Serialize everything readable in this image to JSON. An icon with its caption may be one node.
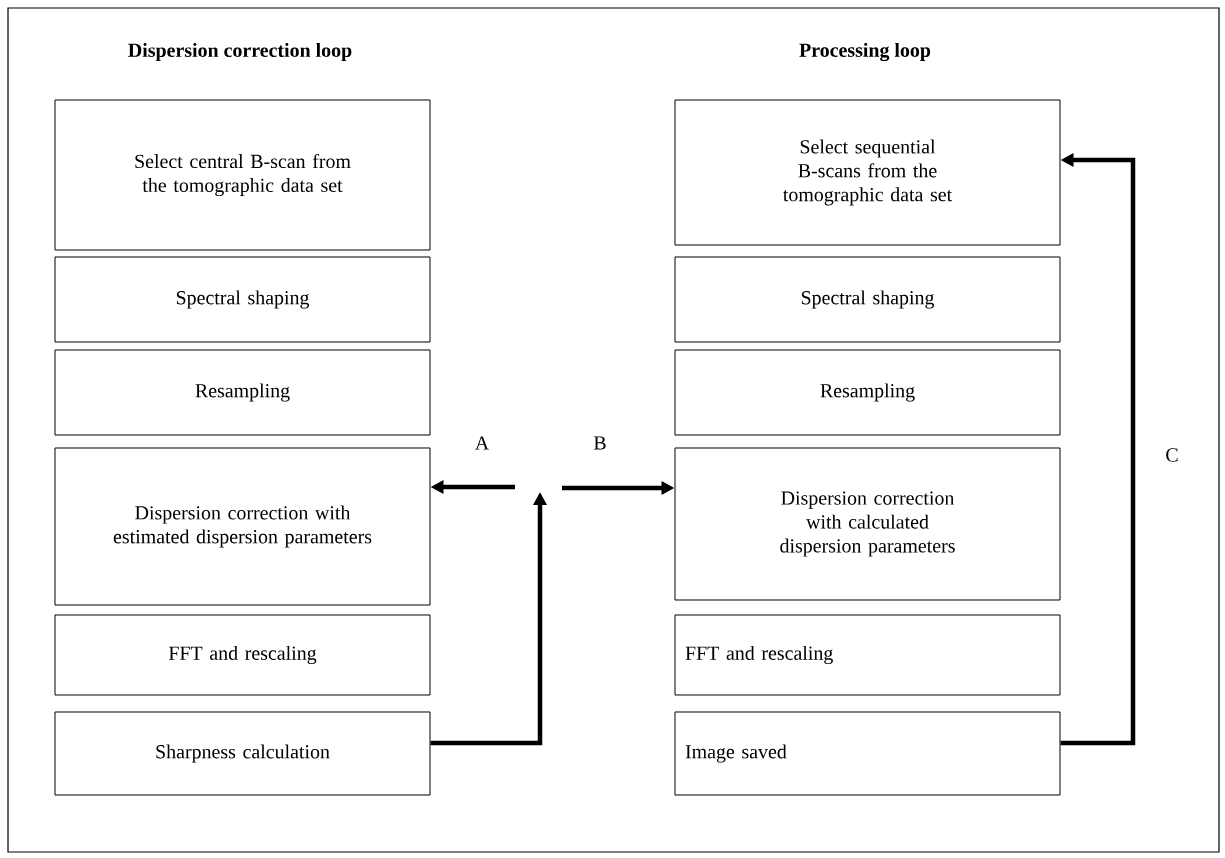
{
  "diagram": {
    "nodes": [
      {
        "text": [
          "Select central B-scan from the tomographic data set"
        ]
      },
      {
        "text": [
          "Spectral shaping"
        ]
      },
      {
        "text": [
          "Resampling"
        ]
      },
      {
        "text": [
          "Dispersion correction with estimated dispersion parameters"
        ]
      },
      {
        "text": [
          "FFT and rescaling"
        ]
      },
      {
        "text": [
          "Sharpness calculation"
        ]
      },
      {
        "text": [
          "Select sequential B-scans from the tomographic data set"
        ]
      },
      {
        "text": [
          "Spectral shaping"
        ]
      },
      {
        "text": [
          "Resampling"
        ]
      },
      {
        "text": [
          "Dispersion correction with calculated dispersion parameters"
        ]
      },
      {
        "text": [
          "FFT and rescaling"
        ]
      },
      {
        "text": [
          "Image saved"
        ]
      }
    ],
    "edges": [
      {
        "from": 5,
        "to": null,
        "arrow": "to"
      },
      {
        "from": null,
        "to": 3,
        "arrow": "to",
        "label": "A"
      },
      {
        "from": null,
        "to": 9,
        "arrow": "to",
        "label": "B"
      },
      {
        "from": 11,
        "to": 6,
        "arrow": "to",
        "label": "C"
      }
    ],
    "labels": [
      "Dispersion correction loop",
      "Processing loop"
    ]
  }
}
